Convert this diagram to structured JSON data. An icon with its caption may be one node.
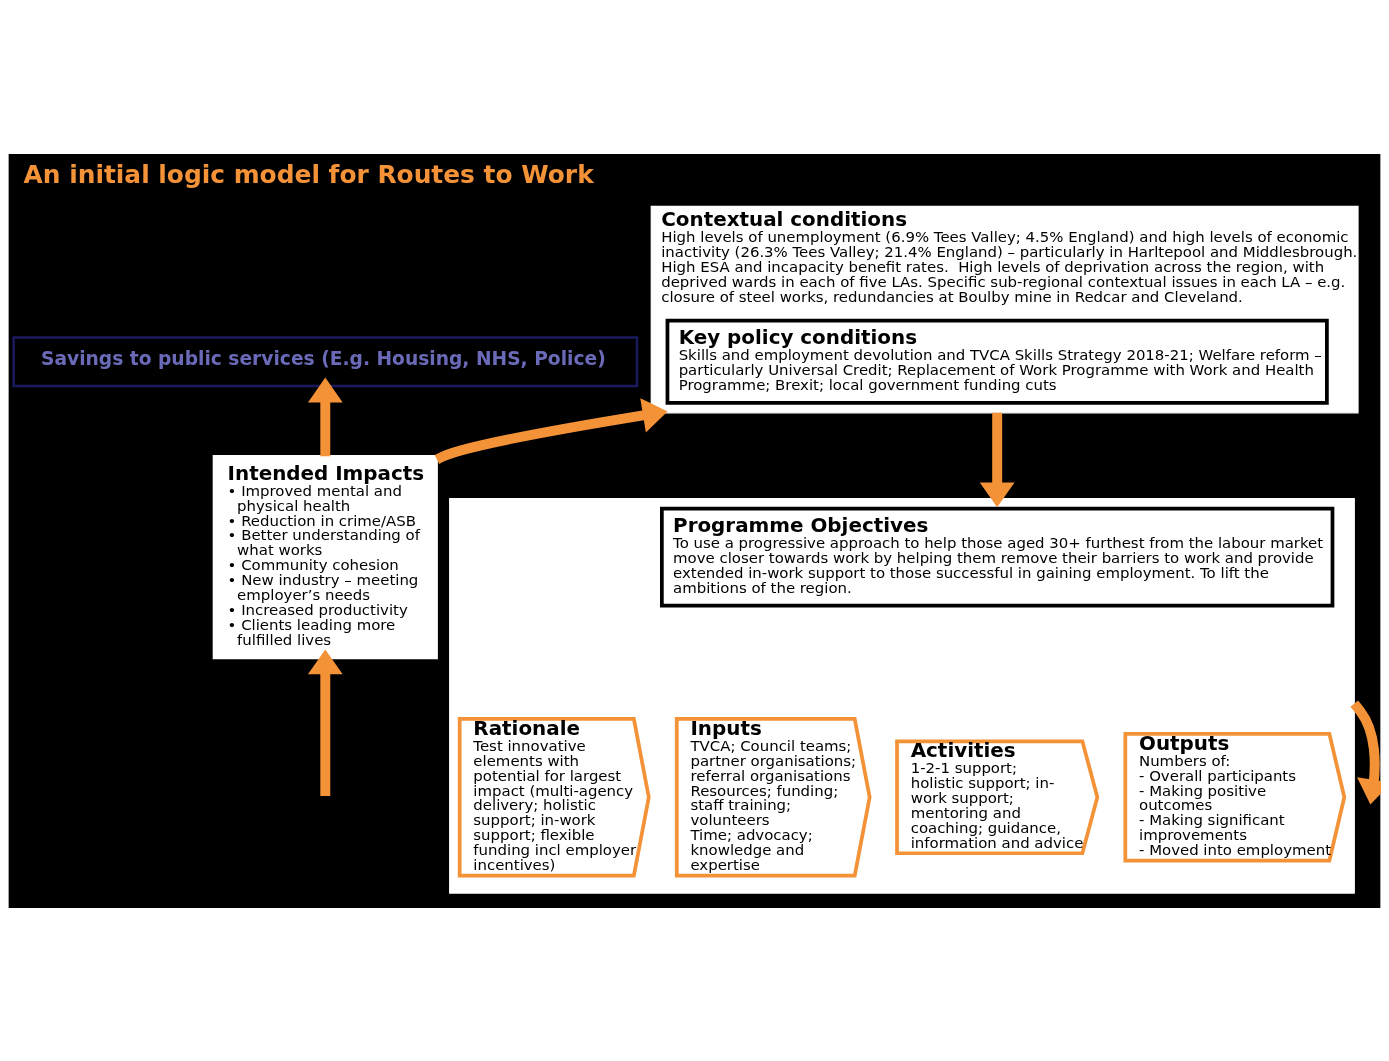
{
  "diagram": {
    "title": "An initial logic model for Routes to Work",
    "nodes": [
      {
        "text": [
          "Savings to public services (E.g. Housing, NHS, Police)"
        ]
      },
      {
        "text": [
          "Contextual conditions",
          "High levels of unemployment (6.9% Tees Valley; 4.5% England) and high levels of economic inactivity (26.3% Tees Valley; 21.4% England) – particularly in Harltepool and Middlesbrough. High ESA and incapacity benefit rates.  High levels of deprivation across the region, with deprived wards in each of five LAs. Specific sub-regional contextual issues in each LA – e.g. closure of steel works, redundancies at Boulby mine in Redcar and Cleveland."
        ]
      },
      {
        "text": [
          "Key policy conditions",
          "Skills and employment devolution and TVCA Skills Strategy 2018-21; Welfare reform – particularly Universal Credit; Replacement of Work Programme with Work and Health Programme; Brexit; local government funding cuts"
        ],
        "in": 1
      },
      {
        "text": [
          "Intended Impacts",
          "• Improved mental and physical health",
          "• Reduction in crime/ASB",
          "• Better understanding of what works",
          "• Community cohesion",
          "• New industry – meeting employer’s needs",
          "• Increased productivity",
          "• Clients leading more fulfilled lives"
        ]
      },
      {
        "text": [],
        "shape": "box"
      },
      {
        "text": [
          "Programme Objectives",
          "To use a progressive approach to help those aged 30+ furthest from the labour market move closer towards work by helping them remove their barriers to work and provide extended in-work support to those successful in gaining employment. To lift the ambitions of the region."
        ],
        "in": 4
      },
      {
        "text": [
          "Rationale",
          "Test innovative elements with potential for largest impact (multi-agency delivery; holistic support; in-work support; flexible funding incl employer incentives)"
        ],
        "in": 4
      },
      {
        "text": [
          "Inputs",
          "TVCA; Council teams; partner organisations; referral organisations",
          "Resources; funding; staff training; volunteers",
          "Time; advocacy; knowledge and expertise"
        ],
        "in": 4
      },
      {
        "text": [
          "Activities",
          "1-2-1 support; holistic support; in-work support; mentoring and coaching; guidance, information and advice"
        ],
        "in": 4
      },
      {
        "text": [
          "Outputs",
          "Numbers of:",
          "- Overall participants",
          "- Making positive outcomes",
          "- Making significant improvements",
          "- Moved into employment"
        ],
        "in": 4
      }
    ],
    "edges": [
      {
        "from": 1,
        "to": 4,
        "arrow": "to"
      },
      {
        "from": 4,
        "to": null,
        "arrow": "to"
      },
      {
        "from": null,
        "to": 3,
        "arrow": "to"
      },
      {
        "from": 3,
        "to": 1,
        "arrow": "to"
      },
      {
        "from": 3,
        "to": 0,
        "arrow": "to"
      }
    ]
  }
}
